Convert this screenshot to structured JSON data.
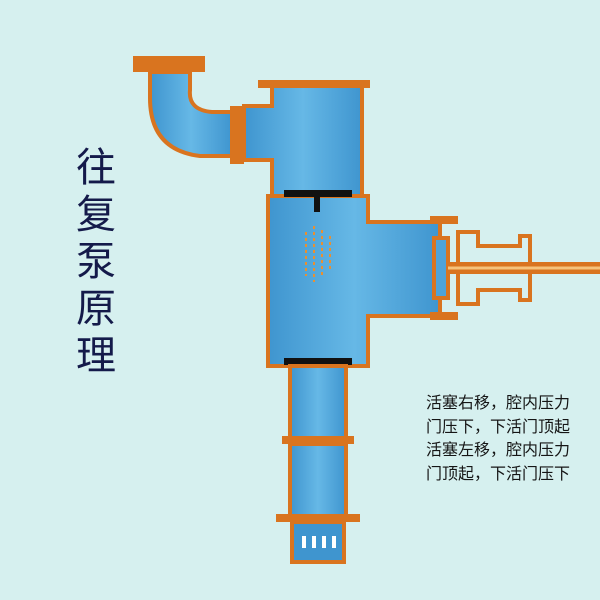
{
  "title_chars": [
    "往",
    "复",
    "泵",
    "原",
    "理"
  ],
  "note_lines": [
    "活塞右移，腔内压力",
    "门压下，下活门顶起",
    "活塞左移，腔内压力",
    "门顶起，下活门压下"
  ],
  "colors": {
    "background": "#d6f0ef",
    "water": "#4fa3d8",
    "wall": "#d9741f",
    "wall_inner": "#f3a24b",
    "valve": "#111111"
  }
}
